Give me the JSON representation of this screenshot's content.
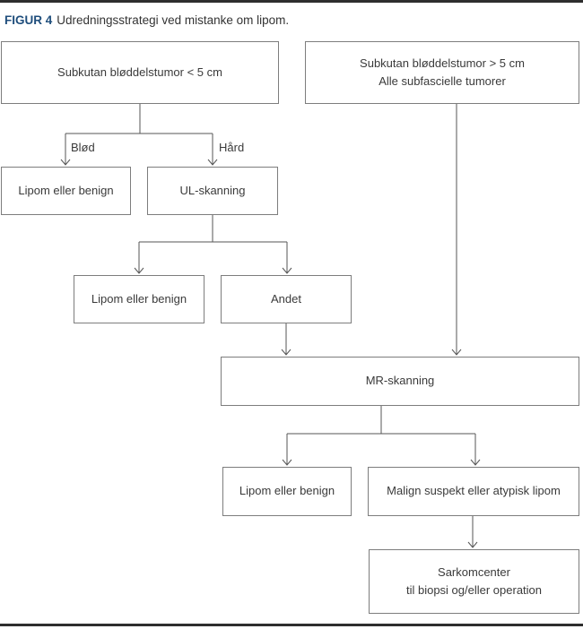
{
  "caption": {
    "figure_number": "FIGUR 4",
    "text": "Udredningsstrategi ved mistanke om lipom."
  },
  "colors": {
    "figure_number_accent": "#1f4e7c",
    "caption_text": "#333333",
    "node_border": "#7d7d7d",
    "node_text": "#3a3a3a",
    "connector_line": "#555555",
    "horizontal_rule": "#2e2e2e",
    "background": "#ffffff"
  },
  "nodes": {
    "subkutan_small": {
      "label": "Subkutan bløddelstumor < 5 cm"
    },
    "subkutan_large": {
      "line1": "Subkutan bløddelstumor > 5 cm",
      "line2": "Alle subfascielle tumorer"
    },
    "lipom_benign_1": {
      "label": "Lipom eller benign"
    },
    "ul_skanning": {
      "label": "UL-skanning"
    },
    "lipom_benign_2": {
      "label": "Lipom eller benign"
    },
    "andet": {
      "label": "Andet"
    },
    "mr_skanning": {
      "label": "MR-skanning"
    },
    "lipom_benign_3": {
      "label": "Lipom eller benign"
    },
    "malign": {
      "label": "Malign suspekt eller atypisk lipom"
    },
    "sarkomcenter": {
      "line1": "Sarkomcenter",
      "line2": "til biopsi og/eller operation"
    }
  },
  "edge_labels": {
    "soft": "Blød",
    "hard": "Hård"
  }
}
